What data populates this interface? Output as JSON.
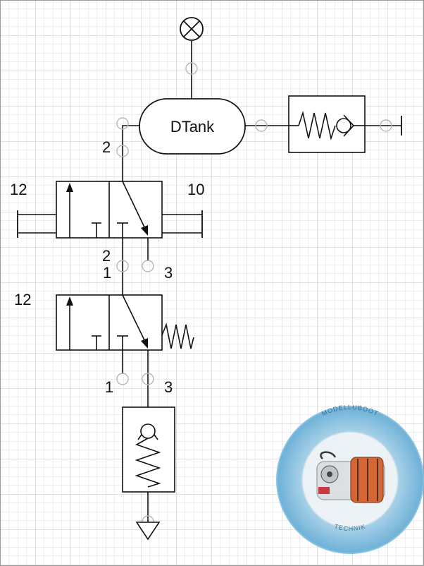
{
  "tank": {
    "label": "DTank"
  },
  "valve_top": {
    "left_port": "12",
    "right_port": "10",
    "port_output": "2",
    "port_input": "1",
    "port_exhaust": "3"
  },
  "valve_bottom": {
    "left_port": "12",
    "port_output": "2",
    "port_input": "1",
    "port_exhaust": "3"
  },
  "logo": {
    "top_text": "MODELLUBOOT",
    "bottom_text": "TECHNIK"
  },
  "icons": {
    "indicator": "lamp-indicator-icon",
    "check_valve": "check-valve-icon",
    "exhaust": "exhaust-triangle-icon",
    "spring": "spring-icon"
  },
  "colors": {
    "grid_minor": "#dcdcdc",
    "grid_major": "#c4c4c4",
    "line": "#111111",
    "port_circle": "#b8b8b8",
    "logo_blue": "#3f97c8"
  }
}
